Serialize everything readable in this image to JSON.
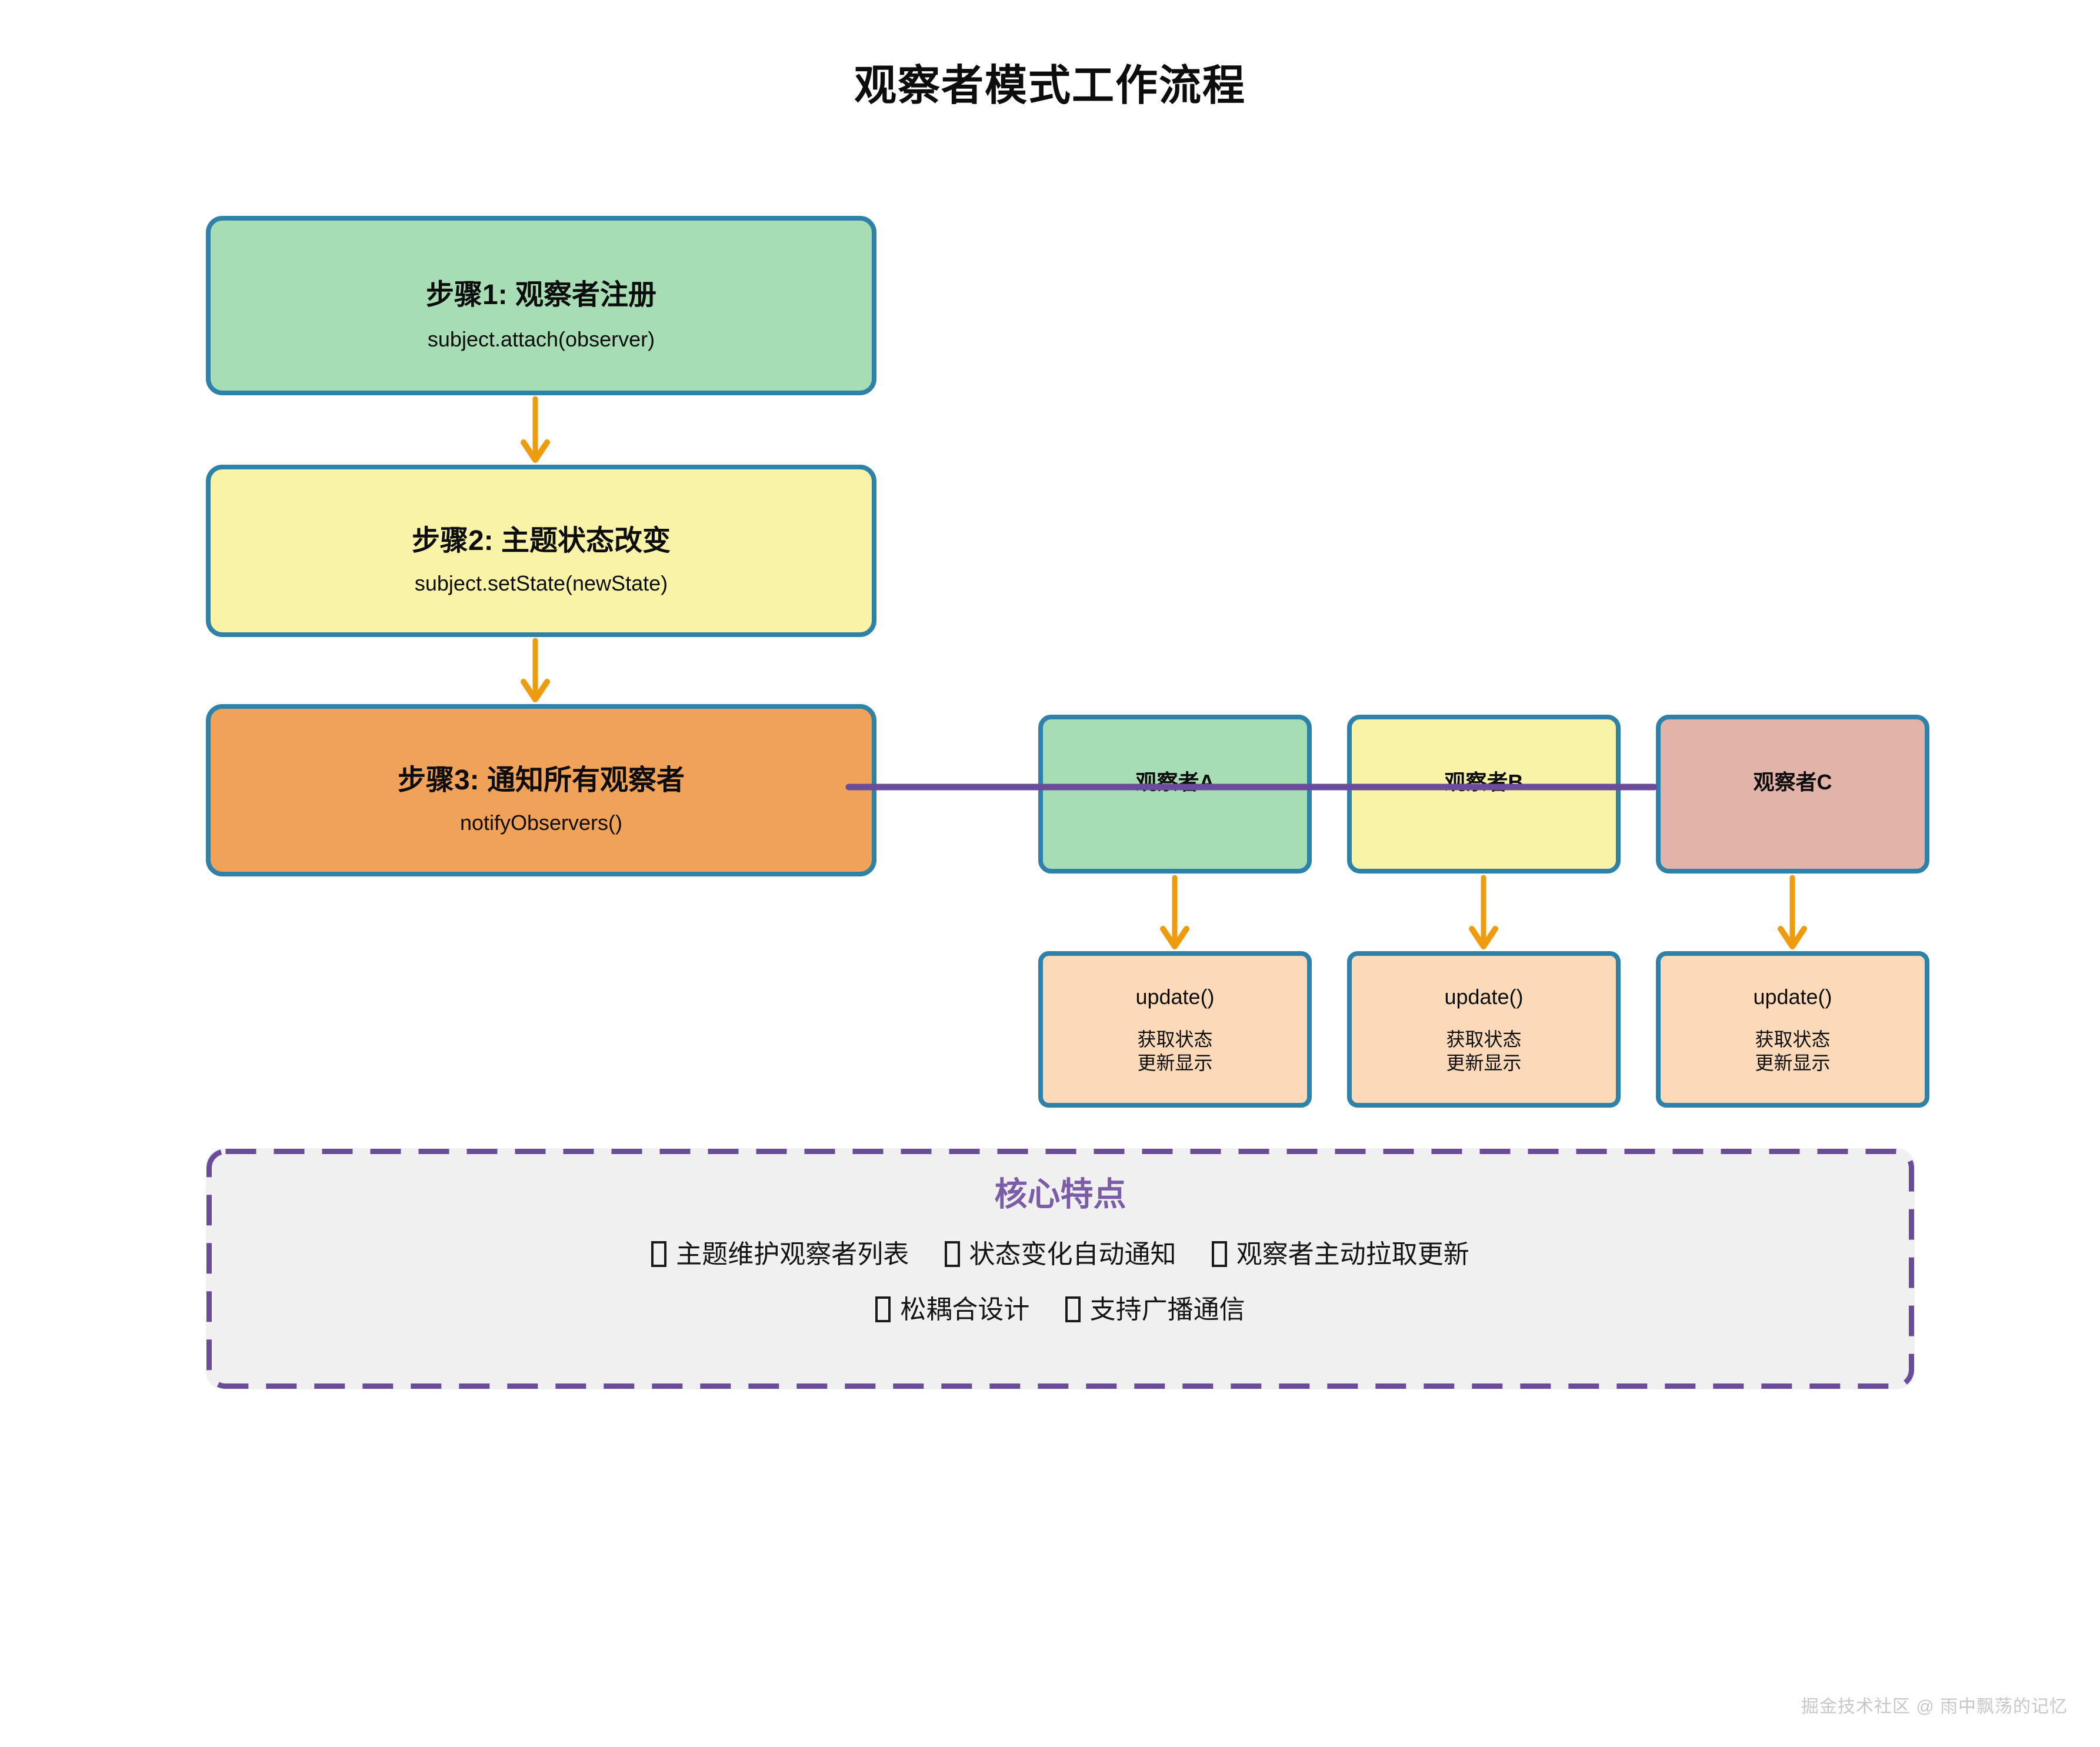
{
  "title": "观察者模式工作流程",
  "steps": [
    {
      "heading": "步骤1: 观察者注册",
      "code": "subject.attach(observer)"
    },
    {
      "heading": "步骤2: 主题状态改变",
      "code": "subject.setState(newState)"
    },
    {
      "heading": "步骤3: 通知所有观察者",
      "code": "notifyObservers()"
    }
  ],
  "observers": [
    {
      "label": "观察者A"
    },
    {
      "label": "观察者B"
    },
    {
      "label": "观察者C"
    }
  ],
  "updates": [
    {
      "title": "update()",
      "lines": [
        "获取状态",
        "更新显示"
      ]
    },
    {
      "title": "update()",
      "lines": [
        "获取状态",
        "更新显示"
      ]
    },
    {
      "title": "update()",
      "lines": [
        "获取状态",
        "更新显示"
      ]
    }
  ],
  "features": {
    "heading": "核心特点",
    "row1": [
      "主题维护观察者列表",
      "状态变化自动通知",
      "观察者主动拉取更新"
    ],
    "row2": [
      "松耦合设计",
      "支持广播通信"
    ]
  },
  "watermark": "掘金技术社区 @ 雨中飘荡的记忆",
  "colors": {
    "box_border": "#2e81a8",
    "step1_fill": "#a6ddb4",
    "step2_fill": "#f8f3a6",
    "step3_fill": "#f0a258",
    "observer_c_fill": "#e2b3a9",
    "update_fill": "#fcd9b8",
    "arrow": "#ef9b0f",
    "notify_line": "#6a4c9b",
    "features_bg": "#f0f0f0",
    "features_border": "#6a4c9b",
    "features_title": "#7b5ca8"
  }
}
